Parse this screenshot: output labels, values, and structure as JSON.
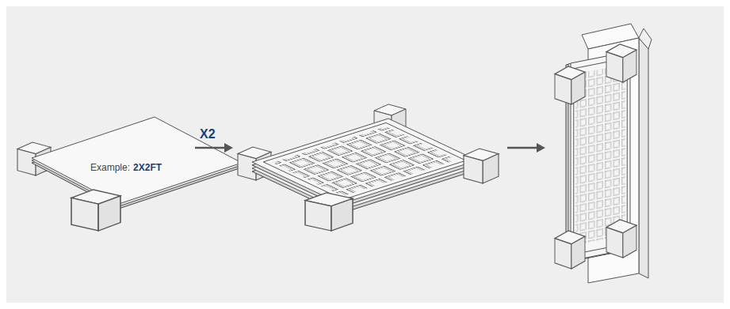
{
  "diagram": {
    "labels": [
      "Example:",
      "2X2FT",
      "X2"
    ]
  }
}
